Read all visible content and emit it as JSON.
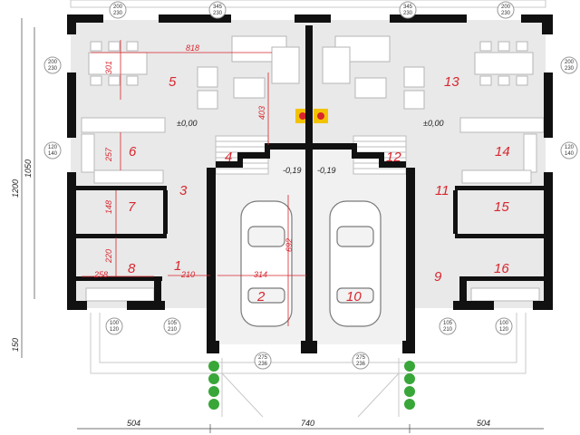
{
  "rooms": {
    "r1": "1",
    "r2": "2",
    "r3": "3",
    "r4": "4",
    "r5": "5",
    "r6": "6",
    "r7": "7",
    "r8": "8",
    "r9": "9",
    "r10": "10",
    "r11": "11",
    "r12": "12",
    "r13": "13",
    "r14": "14",
    "r15": "15",
    "r16": "16"
  },
  "dims": {
    "d818": "818",
    "d301": "301",
    "d403": "403",
    "d257": "257",
    "d148": "148",
    "d220": "220",
    "d258": "258",
    "d210": "210",
    "d314": "314",
    "d692": "692"
  },
  "levels": {
    "ground_left": "±0,00",
    "ground_right": "±0,00",
    "garage_left": "-0,19",
    "garage_right": "-0,19"
  },
  "windows": {
    "top_1": [
      "200",
      "230"
    ],
    "top_2": [
      "345",
      "230"
    ],
    "top_3": [
      "345",
      "230"
    ],
    "top_4": [
      "200",
      "230"
    ],
    "left_1": [
      "200",
      "230"
    ],
    "left_2": [
      "120",
      "140"
    ],
    "right_1": [
      "200",
      "230"
    ],
    "right_2": [
      "120",
      "140"
    ],
    "bot_1": [
      "100",
      "120"
    ],
    "bot_2": [
      "105",
      "210"
    ],
    "bot_3": [
      "275",
      "236"
    ],
    "bot_4": [
      "275",
      "236"
    ],
    "bot_5": [
      "105",
      "210"
    ],
    "bot_6": [
      "100",
      "120"
    ]
  },
  "outer": {
    "bottom_left": "504",
    "bottom_center": "740",
    "bottom_right": "504",
    "left_1200": "1200",
    "left_1050": "1050",
    "left_150": "150"
  },
  "colors": {
    "wall": "#111111",
    "floor": "#e9e9e9",
    "dim_red": "#d8262e",
    "tree": "#38a638",
    "stove": "#f2c300"
  }
}
